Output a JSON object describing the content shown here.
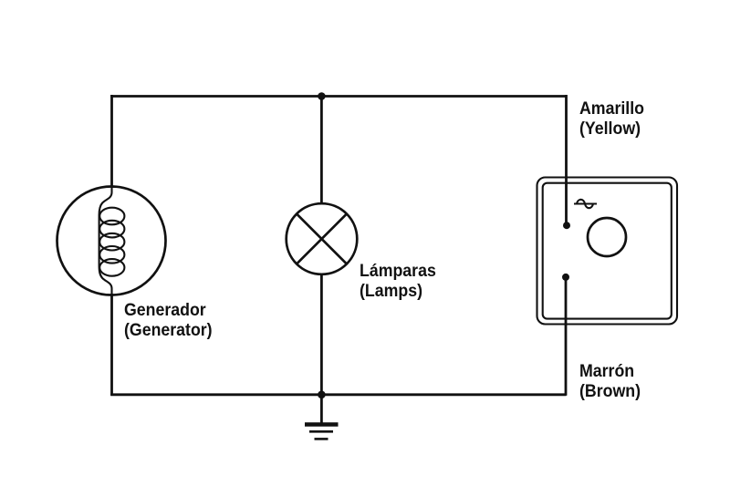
{
  "diagram": {
    "type": "electrical-circuit-schematic",
    "components": [
      "generator",
      "lamp",
      "regulator",
      "ground"
    ],
    "labels": {
      "generator": {
        "primary": "Generador",
        "secondary": "(Generator)"
      },
      "lamps": {
        "primary": "Lámparas",
        "secondary": "(Lamps)"
      },
      "wire_top": {
        "primary": "Amarillo",
        "secondary": "(Yellow)"
      },
      "wire_bottom": {
        "primary": "Marrón",
        "secondary": "(Brown)"
      }
    }
  },
  "colors": {
    "line": "#111111",
    "text": "#111111",
    "background": "#ffffff"
  }
}
